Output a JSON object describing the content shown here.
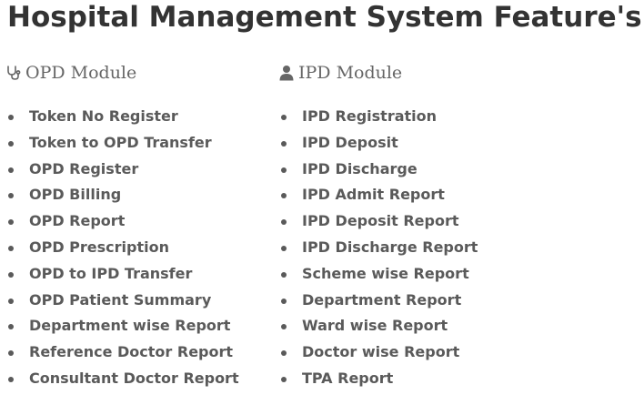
{
  "page": {
    "title": "Hospital Management System Feature's"
  },
  "opd_module": {
    "icon": "stethoscope-icon",
    "heading": "OPD Module",
    "items": [
      "Token No Register",
      "Token to OPD Transfer",
      "OPD Register",
      "OPD Billing",
      "OPD Report",
      "OPD Prescription",
      "OPD to IPD Transfer",
      "OPD Patient Summary",
      "Department wise Report",
      "Reference Doctor Report",
      "Consultant Doctor Report"
    ]
  },
  "ipd_module": {
    "icon": "user-icon",
    "heading": "IPD Module",
    "items": [
      "IPD Registration",
      "IPD Deposit",
      "IPD Discharge",
      "IPD Admit Report",
      "IPD Deposit Report",
      "IPD Discharge Report",
      "Scheme wise Report",
      "Department Report",
      "Ward wise Report",
      "Doctor wise Report",
      "TPA Report"
    ]
  },
  "colors": {
    "title": "#333333",
    "heading": "#666666",
    "list_text": "#5a5a5a",
    "background": "#ffffff"
  }
}
